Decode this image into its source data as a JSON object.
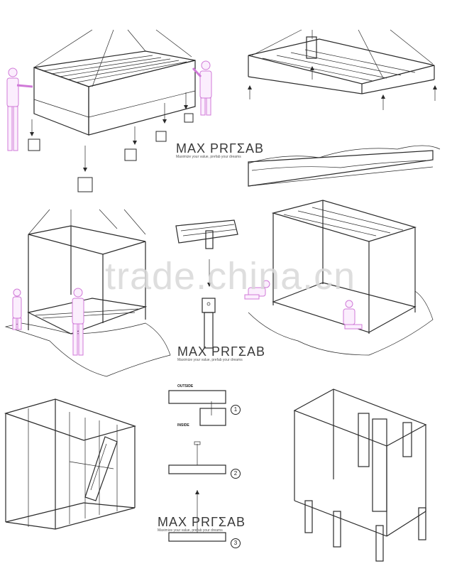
{
  "brand": {
    "name": "MAX PRΓΣAB",
    "tagline": "Maximize your value, prefab your dreams"
  },
  "watermark": "trade.china.cn",
  "detail_labels": {
    "outside": "OUTSIDE",
    "inside": "INSIDE"
  },
  "steps": [
    "1",
    "2",
    "3"
  ],
  "colors": {
    "line": "#2a2a2a",
    "figure": "#d07ad8",
    "watermark": "#d9d9d9"
  }
}
